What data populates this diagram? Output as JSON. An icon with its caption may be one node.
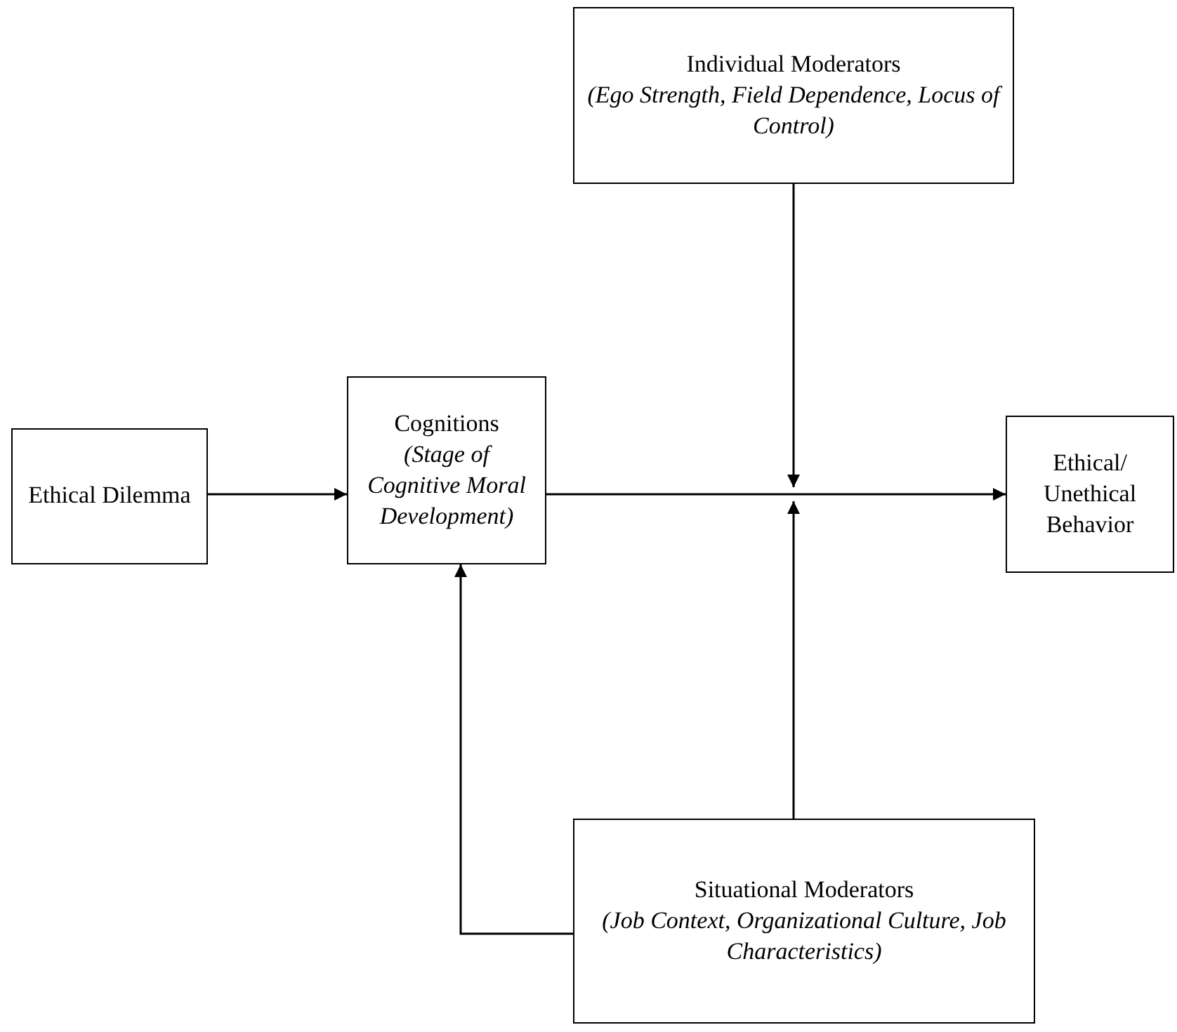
{
  "diagram": {
    "nodes": [
      {
        "text": [
          "Ethical Dilemma"
        ]
      },
      {
        "text": [
          "Cognitions",
          "(Stage of Cognitive Moral Development)"
        ]
      },
      {
        "text": [
          "Individual Moderators",
          "(Ego Strength, Field Dependence, Locus of Control)"
        ]
      },
      {
        "text": [
          "Ethical/ Unethical Behavior"
        ]
      },
      {
        "text": [
          "Situational Moderators",
          "(Job Context, Organizational Culture, Job Characteristics)"
        ]
      }
    ],
    "edges": [
      {
        "from": 0,
        "to": 1,
        "arrow": "to"
      },
      {
        "from": 1,
        "to": 3,
        "arrow": "to"
      },
      {
        "from": 2,
        "to": null,
        "arrow": "to"
      },
      {
        "from": 4,
        "to": null,
        "arrow": "to"
      },
      {
        "from": 4,
        "to": 1,
        "arrow": "to"
      }
    ]
  }
}
